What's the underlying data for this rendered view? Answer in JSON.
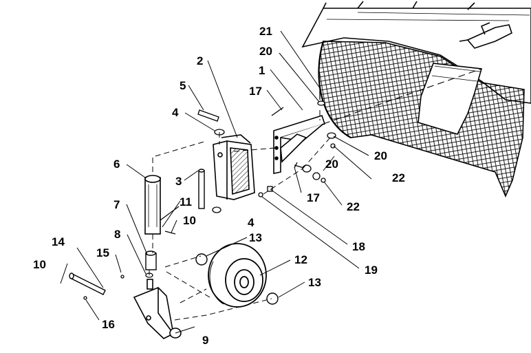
{
  "diagram": {
    "type": "exploded-parts-view",
    "callouts": [
      {
        "id": "c1",
        "label": "1"
      },
      {
        "id": "c2",
        "label": "2"
      },
      {
        "id": "c3",
        "label": "3"
      },
      {
        "id": "c4a",
        "label": "4"
      },
      {
        "id": "c4b",
        "label": "4"
      },
      {
        "id": "c5",
        "label": "5"
      },
      {
        "id": "c6",
        "label": "6"
      },
      {
        "id": "c7",
        "label": "7"
      },
      {
        "id": "c8",
        "label": "8"
      },
      {
        "id": "c9",
        "label": "9"
      },
      {
        "id": "c10a",
        "label": "10"
      },
      {
        "id": "c10b",
        "label": "10"
      },
      {
        "id": "c11",
        "label": "11"
      },
      {
        "id": "c12",
        "label": "12"
      },
      {
        "id": "c13a",
        "label": "13"
      },
      {
        "id": "c13b",
        "label": "13"
      },
      {
        "id": "c14",
        "label": "14"
      },
      {
        "id": "c15",
        "label": "15"
      },
      {
        "id": "c16",
        "label": "16"
      },
      {
        "id": "c17a",
        "label": "17"
      },
      {
        "id": "c17b",
        "label": "17"
      },
      {
        "id": "c18",
        "label": "18"
      },
      {
        "id": "c19",
        "label": "19"
      },
      {
        "id": "c20a",
        "label": "20"
      },
      {
        "id": "c20b",
        "label": "20"
      },
      {
        "id": "c20c",
        "label": "20"
      },
      {
        "id": "c21",
        "label": "21"
      },
      {
        "id": "c22a",
        "label": "22"
      },
      {
        "id": "c22b",
        "label": "22"
      }
    ]
  }
}
